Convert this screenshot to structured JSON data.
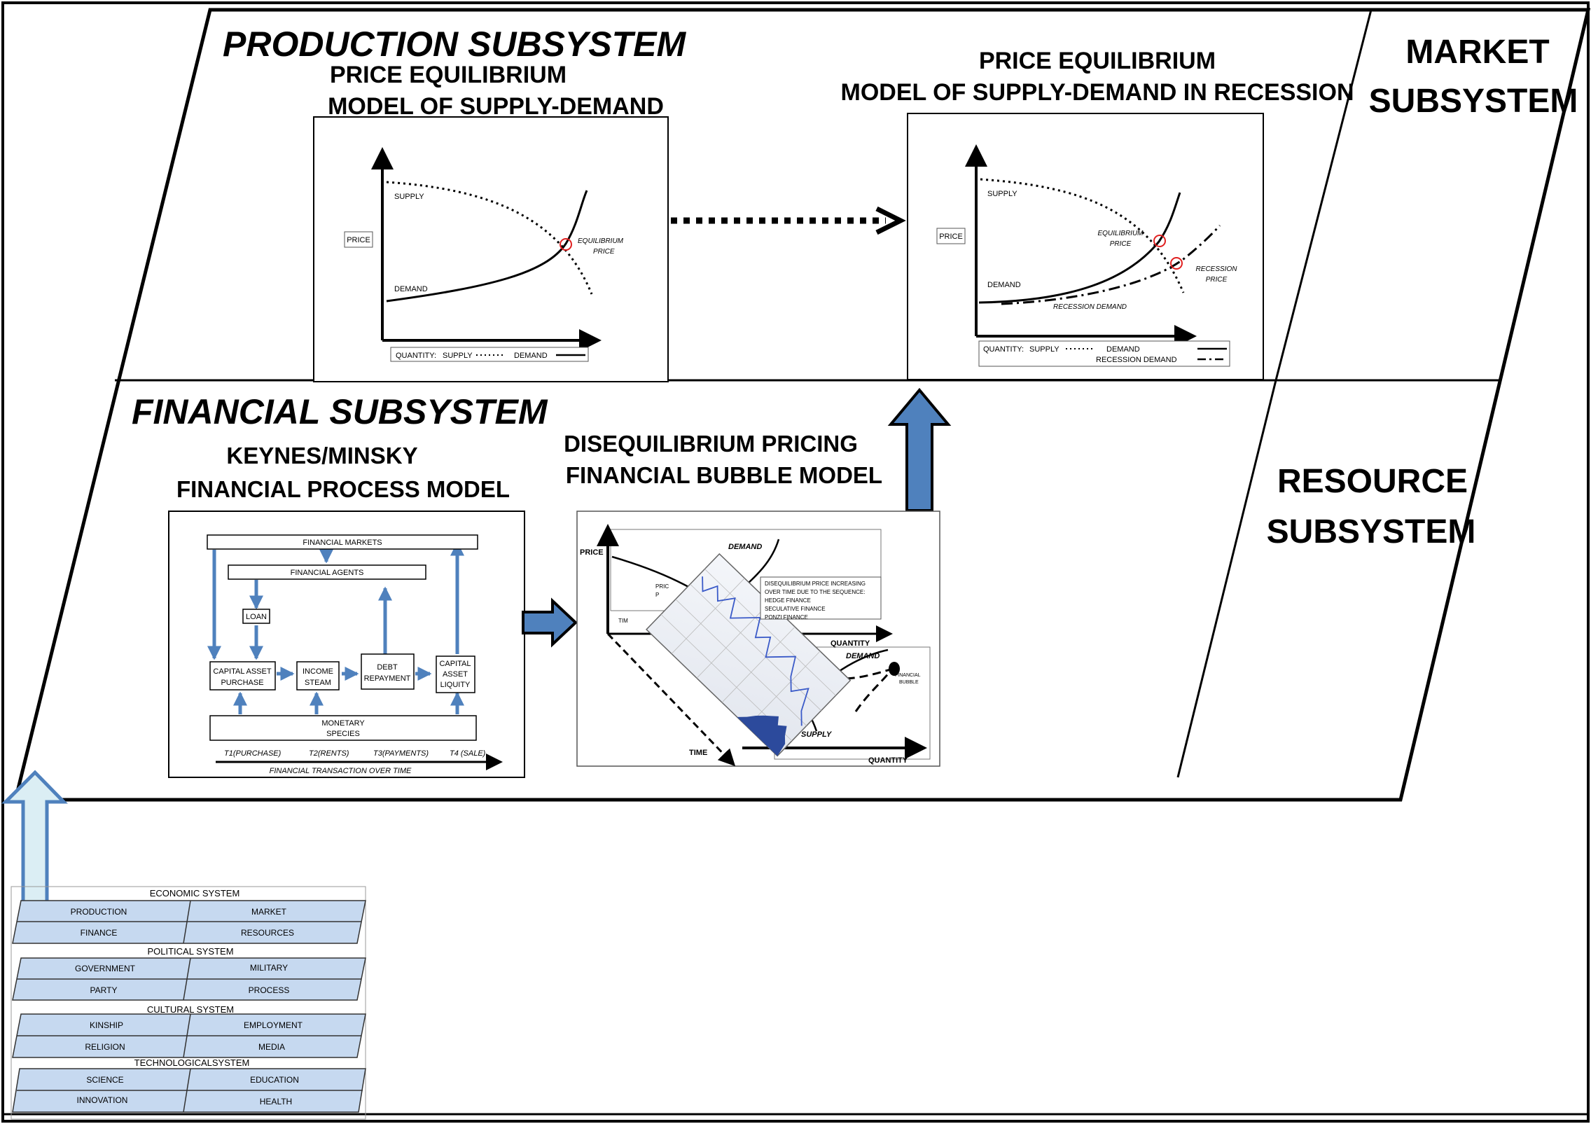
{
  "production": {
    "title": "PRODUCTION SUBSYSTEM",
    "model_line1": "PRICE EQUILIBRIUM",
    "model_line2": "MODEL OF SUPPLY-DEMAND",
    "price": "PRICE",
    "supply": "SUPPLY",
    "demand": "DEMAND",
    "eq_line1": "EQUILIBRIUM",
    "eq_line2": "PRICE",
    "legend_quantity": "QUANTITY:",
    "legend_supply": "SUPPLY",
    "legend_demand": "DEMAND"
  },
  "recession": {
    "title_line1": "PRICE EQUILIBRIUM",
    "title_line2": "MODEL OF SUPPLY-DEMAND IN RECESSION",
    "price": "PRICE",
    "supply": "SUPPLY",
    "demand": "DEMAND",
    "eq_line1": "EQUILIBRIUM",
    "eq_line2": "PRICE",
    "rec_price_line1": "RECESSION",
    "rec_price_line2": "PRICE",
    "rec_demand": "RECESSION DEMAND",
    "legend_quantity": "QUANTITY:",
    "legend_supply": "SUPPLY",
    "legend_demand": "DEMAND",
    "legend_rec_demand": "RECESSION DEMAND"
  },
  "market": {
    "line1": "MARKET",
    "line2": "SUBSYSTEM"
  },
  "resource": {
    "line1": "RESOURCE",
    "line2": "SUBSYSTEM"
  },
  "financial": {
    "title": "FINANCIAL SUBSYSTEM",
    "model_line1": "KEYNES/MINSKY",
    "model_line2": "FINANCIAL PROCESS  MODEL",
    "markets": "FINANCIAL MARKETS",
    "agents": "FINANCIAL   AGENTS",
    "loan": "LOAN",
    "cap_purchase_1": "CAPITAL ASSET",
    "cap_purchase_2": "PURCHASE",
    "income_1": "INCOME",
    "income_2": "STEAM",
    "debt_1": "DEBT",
    "debt_2": "REPAYMENT",
    "liq_1": "CAPITAL",
    "liq_2": "ASSET",
    "liq_3": "LIQUITY",
    "monetary_1": "MONETARY",
    "monetary_2": "SPECIES",
    "t1": "T1(PURCHASE)",
    "t2": "T2(RENTS)",
    "t3": "T3(PAYMENTS)",
    "t4": "T4 (SALE)",
    "axis": "FINANCIAL TRANSACTION OVER TIME"
  },
  "bubble": {
    "title_line1": "DISEQUILIBRIUM PRICING",
    "title_line2": "FINANCIAL BUBBLE MODEL",
    "price": "PRICE",
    "demand": "DEMAND",
    "demand2": "DEMAND",
    "quantity": "QUANTITY",
    "quantity2": "QUANTITY",
    "time": "TIME",
    "supply": "SUPPLY",
    "fb_line1": "FINANCIAL",
    "fb_line2": "BUBBLE",
    "note_1": "DISEQUILIBRIUM PRICE INCREASING",
    "note_2": "OVER TIME DUE TO THE SEQUENCE:",
    "note_3": "HEDGE FINANCE",
    "note_4": "SECULATIVE FINANCE",
    "note_5": "PONZI FINANCE",
    "frag_pri": "PRIC",
    "frag_p": "P",
    "frag_tim": "TIM"
  },
  "stack": {
    "economic": {
      "title": "ECONOMIC  SYSTEM",
      "cells": [
        "PRODUCTION",
        "MARKET",
        "FINANCE",
        "RESOURCES"
      ]
    },
    "political": {
      "title": "POLITICAL SYSTEM",
      "cells": [
        "GOVERNMENT",
        "MILITARY",
        "PARTY",
        "PROCESS"
      ]
    },
    "cultural": {
      "title": "CULTURAL SYSTEM",
      "cells": [
        "KINSHIP",
        "EMPLOYMENT",
        "RELIGION",
        "MEDIA"
      ]
    },
    "technological": {
      "title": "TECHNOLOGICALSYSTEM",
      "cells": [
        "SCIENCE",
        "EDUCATION",
        "INNOVATION",
        "HEALTH"
      ]
    }
  },
  "colors": {
    "arrow_blue": "#4f81bd",
    "arrow_light": "#dbeef4",
    "panel_blue": "#c6d9f0",
    "marker_red": "#e02020"
  }
}
